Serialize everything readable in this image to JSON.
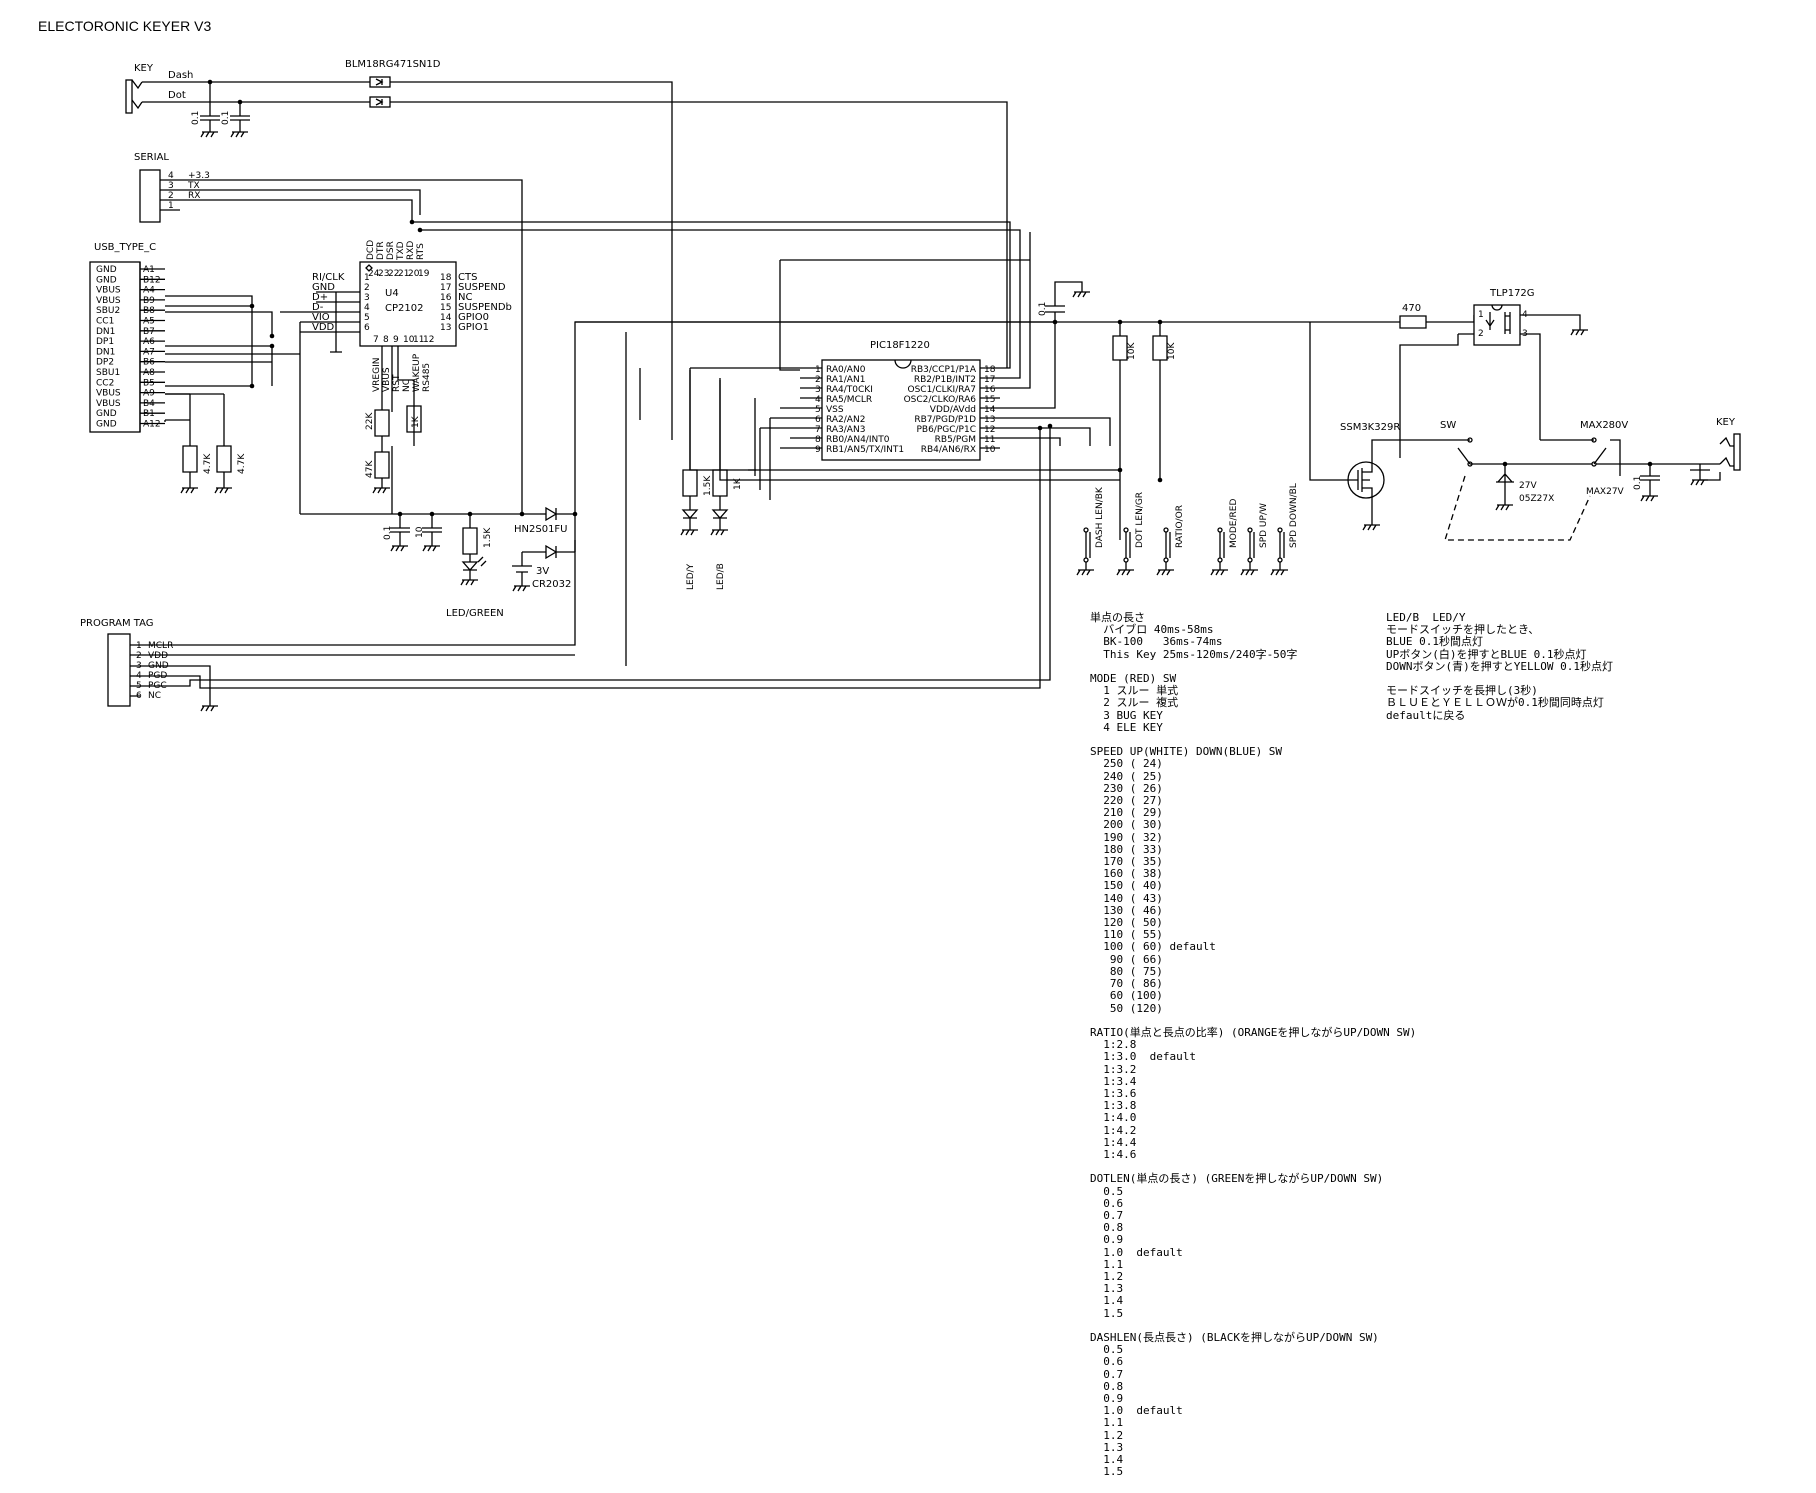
{
  "title": "ELECTORONIC KEYER V3",
  "labels": {
    "key_left": "KEY",
    "dash": "Dash",
    "dot": "Dot",
    "ferrite": "BLM18RG471SN1D",
    "c01": "0.1",
    "serial": "SERIAL",
    "serial_pins": [
      "4",
      "3",
      "2",
      "1"
    ],
    "serial_nets": [
      "+3.3",
      "TX",
      "RX"
    ],
    "usb": "USB_TYPE_C",
    "usb_names": [
      "GND",
      "GND",
      "VBUS",
      "VBUS",
      "SBU2",
      "CC1",
      "DN1",
      "DP1",
      "DN1",
      "DP2",
      "SBU1",
      "CC2",
      "VBUS",
      "VBUS",
      "GND",
      "GND"
    ],
    "usb_pins": [
      "A1",
      "B12",
      "A4",
      "B9",
      "B8",
      "A5",
      "B7",
      "A6",
      "A7",
      "B6",
      "A8",
      "B5",
      "A9",
      "B4",
      "B1",
      "A12"
    ],
    "r47k": "4.7K",
    "u4_ref": "U4",
    "u4_part": "CP2102",
    "u4_top_names": [
      "DCD",
      "DTR",
      "DSR",
      "TXD",
      "RXD",
      "RTS"
    ],
    "u4_top_pins": [
      "24",
      "23",
      "22",
      "21",
      "20",
      "19"
    ],
    "u4_left_names": [
      "RI/CLK",
      "GND",
      "D+",
      "D-",
      "VIO",
      "VDD"
    ],
    "u4_left_pins": [
      "1",
      "2",
      "3",
      "4",
      "5",
      "6"
    ],
    "u4_right_names": [
      "CTS",
      "SUSPEND",
      "NC",
      "SUSPENDb",
      "GPIO0",
      "GPIO1"
    ],
    "u4_right_pins": [
      "18",
      "17",
      "16",
      "15",
      "14",
      "13"
    ],
    "u4_bot_names": [
      "VREGIN",
      "VBUS",
      "RST",
      "NC",
      "WAKEUP",
      "RS485"
    ],
    "u4_bot_pins": [
      "7",
      "8",
      "9",
      "10",
      "11",
      "12"
    ],
    "r22k": "22K",
    "r47kb": "47K",
    "r1k": "1K",
    "r10k": "10K",
    "r15k": "1.5K",
    "r470": "470",
    "c10": "10",
    "diode": "HN2S01FU",
    "batt_v": "3V",
    "batt": "CR2032",
    "led_green": "LED/GREEN",
    "led_y": "LED/Y",
    "led_b": "LED/B",
    "pic": "PIC18F1220",
    "pic_left_pins": [
      "1",
      "2",
      "3",
      "4",
      "5",
      "6",
      "7",
      "8",
      "9"
    ],
    "pic_left": [
      "RA0/AN0",
      "RA1/AN1",
      "RA4/T0CKI",
      "RA5/MCLR",
      "VSS",
      "RA2/AN2",
      "RA3/AN3",
      "RB0/AN4/INT0",
      "RB1/AN5/TX/INT1"
    ],
    "pic_right": [
      "RB3/CCP1/P1A",
      "RB2/P1B/INT2",
      "OSC1/CLKI/RA7",
      "OSC2/CLKO/RA6",
      "VDD/AVdd",
      "RB7/PGD/P1D",
      "PB6/PGC/P1C",
      "RB5/PGM",
      "RB4/AN6/RX"
    ],
    "pic_right_pins": [
      "18",
      "17",
      "16",
      "15",
      "14",
      "13",
      "12",
      "11",
      "10"
    ],
    "switches": [
      "DASH LEN/BK",
      "DOT LEN/GR",
      "RATIO/OR",
      "MODE/RED",
      "SPD UP/W",
      "SPD DOWN/BL"
    ],
    "prog": "PROGRAM TAG",
    "prog_pins": [
      "1",
      "2",
      "3",
      "4",
      "5",
      "6"
    ],
    "prog_nets": [
      "MCLR",
      "VDD",
      "GND",
      "PGD",
      "PGC",
      "NC"
    ],
    "tlp": "TLP172G",
    "tlp_pins": [
      "1",
      "2",
      "4",
      "3"
    ],
    "fet": "SSM3K329R",
    "sw": "SW",
    "max280": "MAX280V",
    "max27": "MAX27V",
    "zener_v": "27V",
    "zener": "05Z27X",
    "key_right": "KEY"
  },
  "notes": {
    "left": "単点の長さ\n  バイブロ 40ms-58ms\n  BK-100   36ms-74ms\n  This Key 25ms-120ms/240字-50字\n\nMODE (RED) SW\n  1 スルー 単式\n  2 スルー 複式\n  3 BUG KEY\n  4 ELE KEY\n\nSPEED UP(WHITE) DOWN(BLUE) SW\n  250 ( 24)\n  240 ( 25)\n  230 ( 26)\n  220 ( 27)\n  210 ( 29)\n  200 ( 30)\n  190 ( 32)\n  180 ( 33)\n  170 ( 35)\n  160 ( 38)\n  150 ( 40)\n  140 ( 43)\n  130 ( 46)\n  120 ( 50)\n  110 ( 55)\n  100 ( 60) default\n   90 ( 66)\n   80 ( 75)\n   70 ( 86)\n   60 (100)\n   50 (120)\n\nRATIO(単点と長点の比率) (ORANGEを押しながらUP/DOWN SW)\n  1:2.8\n  1:3.0  default\n  1:3.2\n  1:3.4\n  1:3.6\n  1:3.8\n  1:4.0\n  1:4.2\n  1:4.4\n  1:4.6\n\nDOTLEN(単点の長さ) (GREENを押しながらUP/DOWN SW)\n  0.5\n  0.6\n  0.7\n  0.8\n  0.9\n  1.0  default\n  1.1\n  1.2\n  1.3\n  1.4\n  1.5\n\nDASHLEN(長点長さ) (BLACKを押しながらUP/DOWN SW)\n  0.5\n  0.6\n  0.7\n  0.8\n  0.9\n  1.0  default\n  1.1\n  1.2\n  1.3\n  1.4\n  1.5",
    "right": "LED/B  LED/Y\nモードスイッチを押したとき、\nBLUE 0.1秒間点灯\nUPボタン(白)を押すとBLUE 0.1秒点灯\nDOWNボタン(青)を押すとYELLOW 0.1秒点灯\n\nモードスイッチを長押し(3秒)\nＢＬＵＥとＹＥＬＬＯＷが0.1秒間同時点灯\ndefaultに戻る"
  }
}
